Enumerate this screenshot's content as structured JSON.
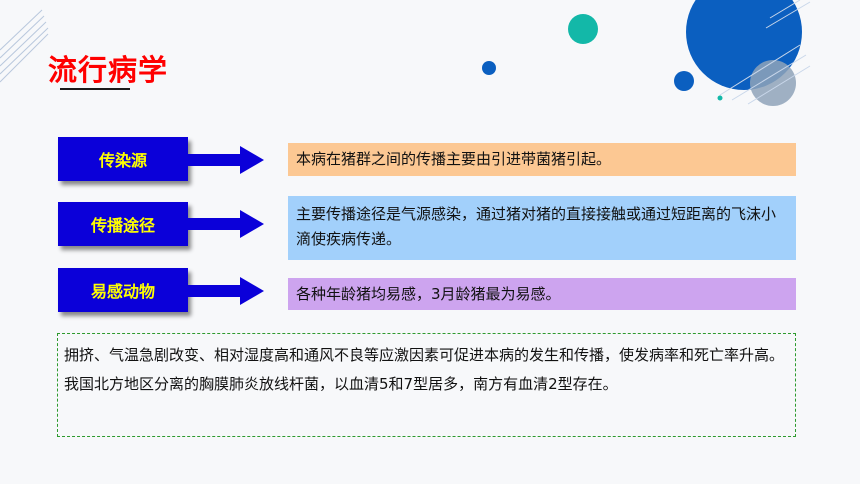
{
  "title": "流行病学",
  "rows": [
    {
      "label": "传染源",
      "text": "本病在猪群之间的传播主要由引进带菌猪引起。",
      "color": "#fcc893"
    },
    {
      "label": "传播途径",
      "text": "主要传播途径是气源感染，通过猪对猪的直接接触或通过短距离的飞沫小滴使疾病传递。",
      "color": "#a2d0fb"
    },
    {
      "label": "易感动物",
      "text": "各种年龄猪均易感，3月龄猪最为易感。",
      "color": "#cda4ef"
    }
  ],
  "note": "拥挤、气温急剧改变、相对湿度高和通风不良等应激因素可促进本病的发生和传播，使发病率和死亡率升高。我国北方地区分离的胸膜肺炎放线杆菌，以血清5和7型居多，南方有血清2型存在。",
  "colors": {
    "label_bg": "#0b00d9",
    "label_text": "#ffff00",
    "arrow": "#0b00d9",
    "title": "#ff0000",
    "note_border": "#2e9a2e",
    "circle_teal": "#13b8a8",
    "circle_blue": "#0b5fc0",
    "circle_gray": "#8fa3b8"
  }
}
